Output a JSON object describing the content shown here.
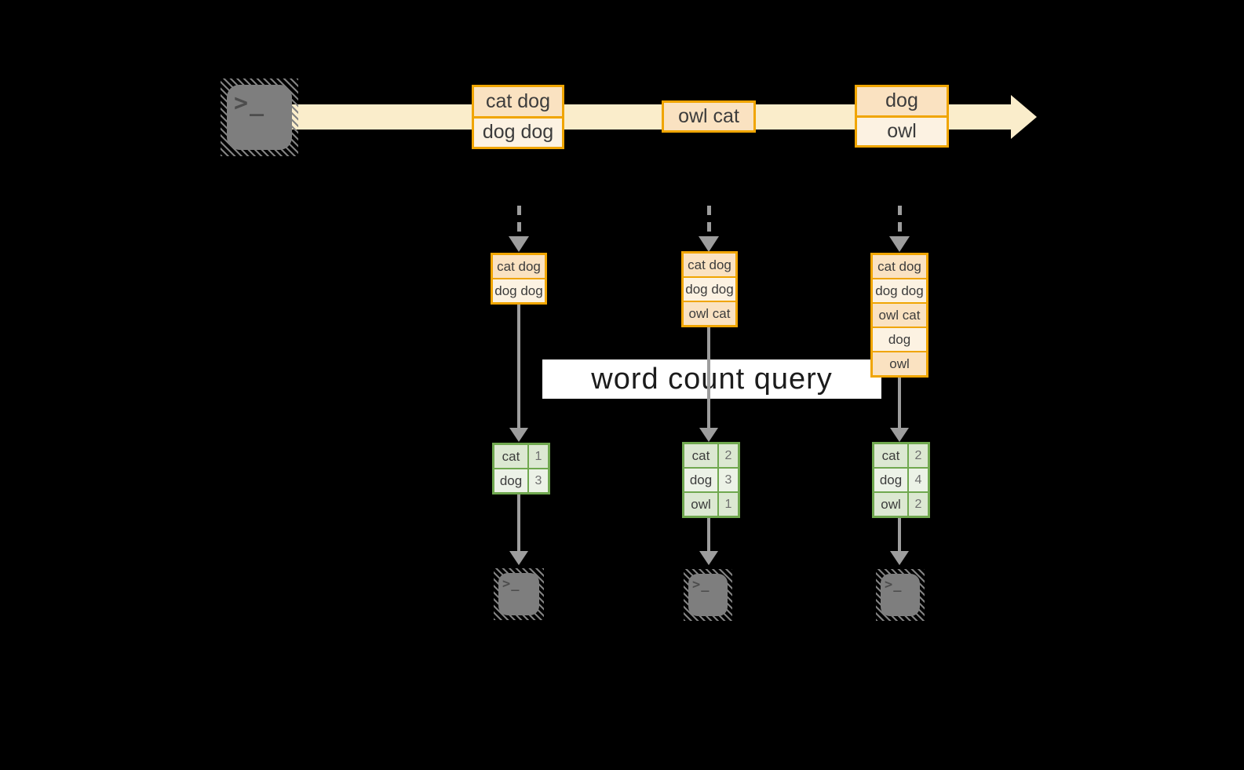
{
  "palette": {
    "background": "#000000",
    "stream_arrow": "#FAEDCB",
    "box_border": "#F0A502",
    "box_fill_dark": "#FAE2C1",
    "box_fill_light": "#FCF2E2",
    "table_border": "#70A84F",
    "table_fill_dark": "#DCE8D2",
    "table_fill_light": "#ECF2E7",
    "flow_gray": "#9D9D9D",
    "terminal_gray": "#7E7E7E"
  },
  "stream": {
    "source_terminal_glyph": ">_",
    "batches": [
      {
        "lines": [
          "cat dog",
          "dog dog"
        ]
      },
      {
        "lines": [
          "owl cat"
        ]
      },
      {
        "lines": [
          "dog",
          "owl"
        ]
      }
    ]
  },
  "query_label": "word count query",
  "workers": [
    {
      "buffer": [
        "cat dog",
        "dog dog"
      ],
      "counts": [
        {
          "word": "cat",
          "count": "1"
        },
        {
          "word": "dog",
          "count": "3"
        }
      ],
      "output_terminal_glyph": ">_"
    },
    {
      "buffer": [
        "cat dog",
        "dog dog",
        "owl cat"
      ],
      "counts": [
        {
          "word": "cat",
          "count": "2"
        },
        {
          "word": "dog",
          "count": "3"
        },
        {
          "word": "owl",
          "count": "1"
        }
      ],
      "output_terminal_glyph": ">_"
    },
    {
      "buffer": [
        "cat dog",
        "dog dog",
        "owl cat",
        "dog",
        "owl"
      ],
      "counts": [
        {
          "word": "cat",
          "count": "2"
        },
        {
          "word": "dog",
          "count": "4"
        },
        {
          "word": "owl",
          "count": "2"
        }
      ],
      "output_terminal_glyph": ">_"
    }
  ]
}
